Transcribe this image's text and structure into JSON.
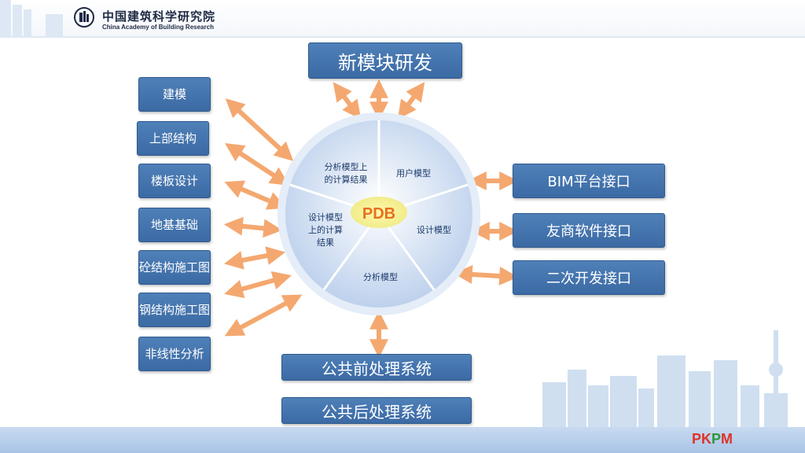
{
  "header": {
    "org_name_cn": "中国建筑科学研究院",
    "org_name_en": "China Academy of Building Research"
  },
  "top_box": "新模块研发",
  "left_boxes": [
    "建模",
    "上部结构",
    "楼板设计",
    "地基基础",
    "砼结构施工图",
    "钢结构施工图",
    "非线性分析"
  ],
  "right_boxes": [
    "BIM平台接口",
    "友商软件接口",
    "二次开发接口"
  ],
  "bottom_boxes": [
    "公共前处理系统",
    "公共后处理系统"
  ],
  "wheel": {
    "center": "PDB",
    "segments": [
      [
        "用户模型"
      ],
      [
        "设计模型"
      ],
      [
        "分析模型"
      ],
      [
        "设计模型",
        "上的计算",
        "结果"
      ],
      [
        "分析模型上",
        "的计算结果"
      ]
    ]
  },
  "footer": {
    "brand_left": "PK",
    "brand_mid": "P",
    "brand_right": "M"
  },
  "colors": {
    "box": "#4a79b2",
    "arrow": "#f4a870",
    "pdb": "#e8701c",
    "wheel": "#c9daf1"
  }
}
